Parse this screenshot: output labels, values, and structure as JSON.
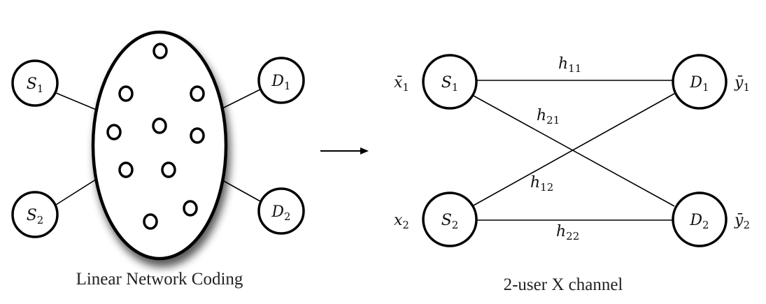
{
  "left": {
    "caption": "Linear Network Coding",
    "nodes": [
      {
        "id": "S1",
        "base": "S",
        "sub": "1"
      },
      {
        "id": "S2",
        "base": "S",
        "sub": "2"
      },
      {
        "id": "D1",
        "base": "D",
        "sub": "1"
      },
      {
        "id": "D2",
        "base": "D",
        "sub": "2"
      }
    ]
  },
  "right": {
    "caption": "2-user X channel",
    "nodes": [
      {
        "id": "S1",
        "base": "S",
        "sub": "1"
      },
      {
        "id": "S2",
        "base": "S",
        "sub": "2"
      },
      {
        "id": "D1",
        "base": "D",
        "sub": "1"
      },
      {
        "id": "D2",
        "base": "D",
        "sub": "2"
      }
    ],
    "io_labels": [
      {
        "id": "x1",
        "base": "x̄",
        "sub": "1"
      },
      {
        "id": "x2",
        "base": "x",
        "sub": "2"
      },
      {
        "id": "y1",
        "base": "ȳ",
        "sub": "1"
      },
      {
        "id": "y2",
        "base": "ȳ",
        "sub": "2"
      }
    ],
    "edges": [
      {
        "id": "h11",
        "base": "h",
        "sub": "11"
      },
      {
        "id": "h21",
        "base": "h",
        "sub": "21"
      },
      {
        "id": "h12",
        "base": "h",
        "sub": "12"
      },
      {
        "id": "h22",
        "base": "h",
        "sub": "22"
      }
    ]
  }
}
